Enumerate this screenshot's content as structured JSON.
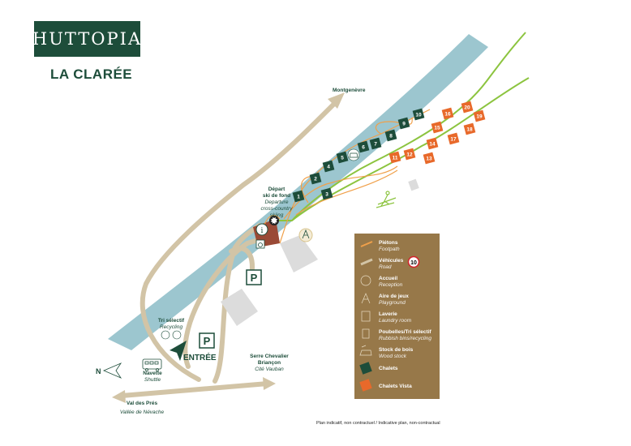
{
  "brand": {
    "logo": "HUTTOPIA",
    "site_name": "LA CLARÉE"
  },
  "places": {
    "montgenevre": "Montgenèvre",
    "ski_start": {
      "title1": "Départ",
      "title2": "ski de fond",
      "sub1": "Departure",
      "sub2": "cross-country",
      "sub3": "skiing"
    },
    "recycling": {
      "title": "Tri sélectif",
      "sub": "Recycling"
    },
    "entrance": "ENTRÉE",
    "shuttle": {
      "title": "Navette",
      "sub": "Shuttle"
    },
    "north": "N",
    "serre": {
      "title1": "Serre Chevalier",
      "title2": "Briançon",
      "sub": "Cité Vauban"
    },
    "val": {
      "title": "Val des Prés",
      "sub": "Vallée de Névache"
    },
    "parking": "P"
  },
  "chalets": [
    "1",
    "2",
    "3",
    "4",
    "5",
    "6",
    "7",
    "8",
    "9",
    "10"
  ],
  "chalets_vista": [
    "11",
    "12",
    "13",
    "14",
    "15",
    "16",
    "17",
    "18",
    "19",
    "20"
  ],
  "legend": {
    "items": [
      {
        "title": "Piétons",
        "sub": "Footpath"
      },
      {
        "title": "Véhicules",
        "sub": "Road"
      },
      {
        "title": "Accueil",
        "sub": "Reception"
      },
      {
        "title": "Aire de jeux",
        "sub": "Playground"
      },
      {
        "title": "Laverie",
        "sub": "Laundry room"
      },
      {
        "title": "Poubelles/Tri sélectif",
        "sub": "Rubbish bins/recycling"
      },
      {
        "title": "Stock de bois",
        "sub": "Wood stock"
      },
      {
        "title": "Chalets",
        "sub": ""
      },
      {
        "title": "Chalets Vista",
        "sub": ""
      }
    ],
    "speed_limit": "10"
  },
  "footer_note": "Plan indicatif, non contractuel / Indicative plan, non-contractual",
  "colors": {
    "green": "#1d4d3a",
    "orange": "#e8692a",
    "river": "#9cc6cf",
    "road": "#d2c4a6",
    "ski": "#8cc43f",
    "legend": "#977849"
  }
}
